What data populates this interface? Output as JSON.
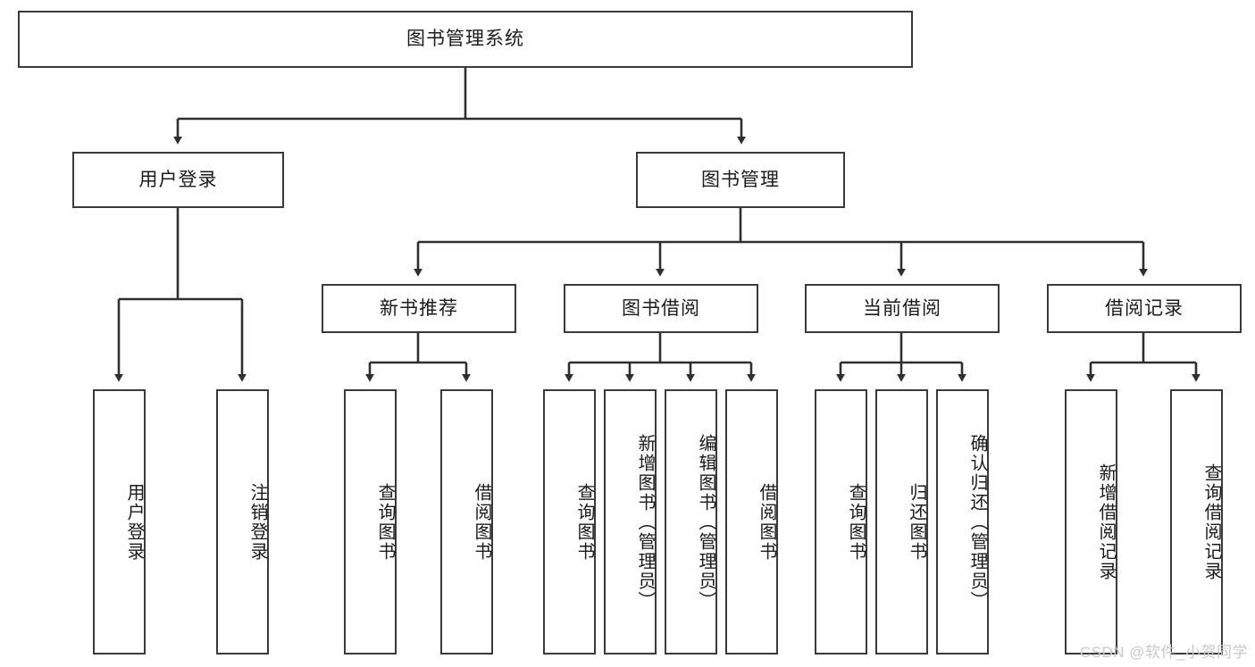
{
  "diagram": {
    "title": "图书管理系统",
    "type": "tree-hierarchy",
    "colors": {
      "border": "#3a3a3a",
      "background": "#ffffff",
      "text": "#1b1b1b",
      "connector": "#2f2f2f",
      "watermark": "#c9c9c9"
    },
    "root": {
      "label": "图书管理系统"
    },
    "level2": [
      {
        "label": "用户登录"
      },
      {
        "label": "图书管理"
      }
    ],
    "level3": [
      {
        "label": "新书推荐"
      },
      {
        "label": "图书借阅"
      },
      {
        "label": "当前借阅"
      },
      {
        "label": "借阅记录"
      }
    ],
    "leaves": {
      "user_login": [
        {
          "label": "用户登录"
        },
        {
          "label": "注销登录"
        }
      ],
      "new_book_recommend": [
        {
          "label": "查询图书"
        },
        {
          "label": "借阅图书"
        }
      ],
      "book_borrow": [
        {
          "label": "查询图书"
        },
        {
          "label": "新增图书（管理员）"
        },
        {
          "label": "编辑图书（管理员）"
        },
        {
          "label": "借阅图书"
        }
      ],
      "current_borrow": [
        {
          "label": "查询图书"
        },
        {
          "label": "归还图书"
        },
        {
          "label": "确认归还（管理员）"
        }
      ],
      "borrow_record": [
        {
          "label": "新增借阅记录"
        },
        {
          "label": "查询借阅记录"
        }
      ]
    }
  },
  "watermark": {
    "text": "CSDN @软件_小贺同学"
  }
}
